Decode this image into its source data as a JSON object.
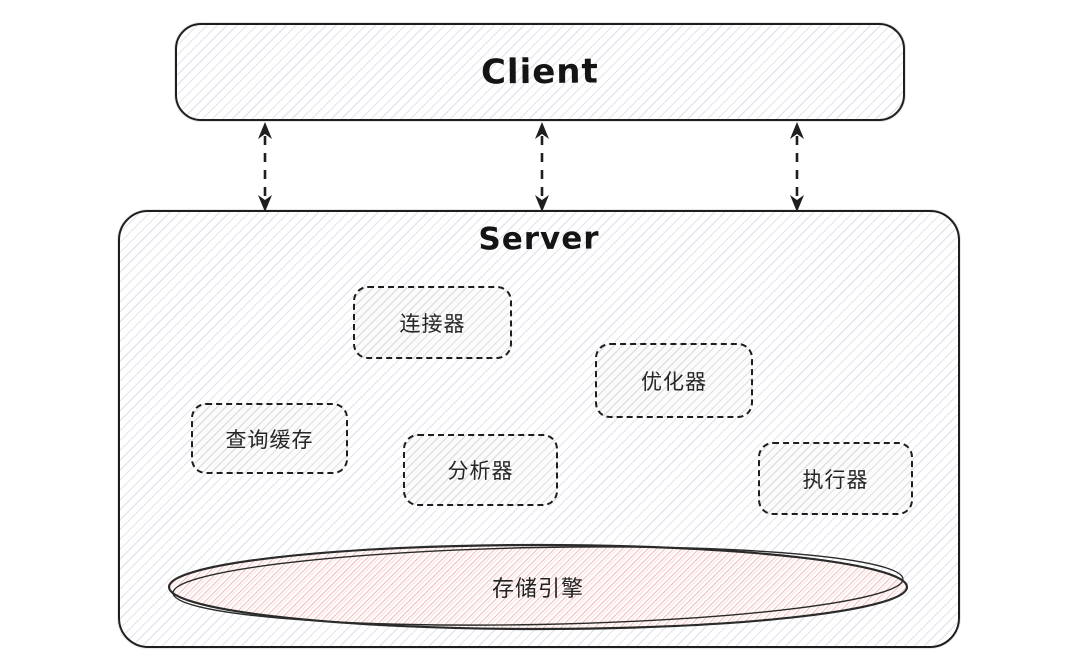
{
  "diagram": {
    "client": {
      "label": "Client"
    },
    "server": {
      "label": "Server",
      "components": [
        {
          "name": "connector",
          "label": "连接器"
        },
        {
          "name": "optimizer",
          "label": "优化器"
        },
        {
          "name": "query-cache",
          "label": "查询缓存"
        },
        {
          "name": "analyzer",
          "label": "分析器"
        },
        {
          "name": "executor",
          "label": "执行器"
        }
      ],
      "storage_engine": {
        "label": "存储引擎"
      }
    },
    "connections": {
      "count": 3,
      "style": "dashed",
      "direction": "bidirectional",
      "from": "Client",
      "to": "Server"
    },
    "colors": {
      "outline": "#1e1e1e",
      "light_hatch": "#adb5cb",
      "pink_hatch": "#f0b3ae",
      "text": "#222222",
      "background": "#ffffff"
    }
  }
}
